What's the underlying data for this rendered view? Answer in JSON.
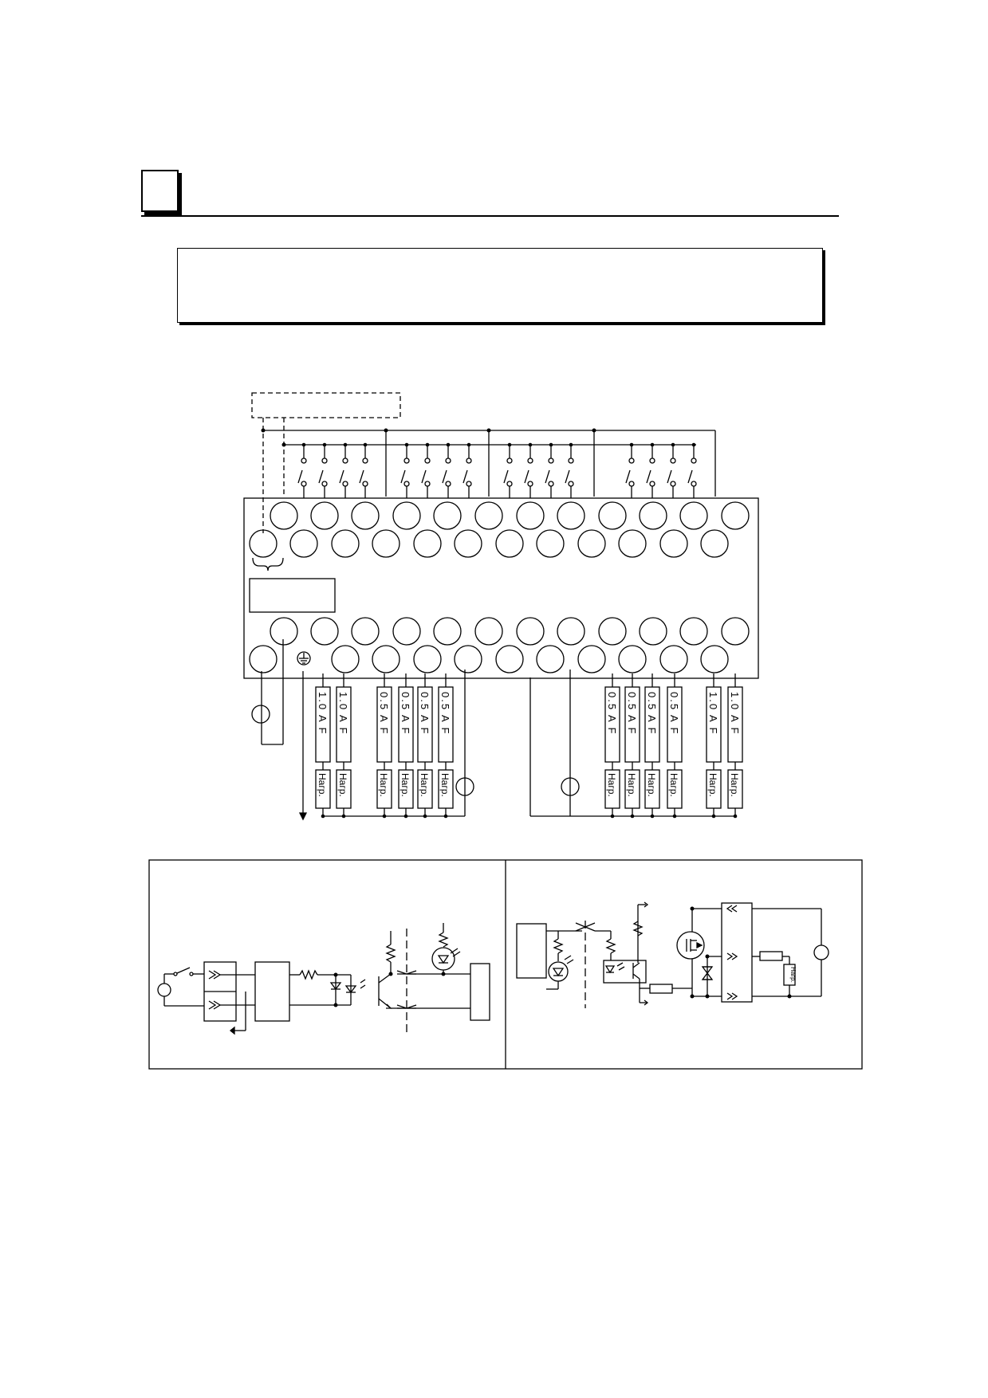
{
  "fuse_ratings": {
    "f1": "1.0 A F",
    "f2": "1.0 A F",
    "f3": "0.5 A F",
    "f4": "0.5 A F",
    "f5": "0.5 A F",
    "f6": "0.5 A F",
    "f7": "0.5 A F",
    "f8": "0.5 A F",
    "f9": "0.5 A F",
    "f10": "0.5 A F",
    "f11": "1.0 A F",
    "f12": "1.0 A F"
  },
  "load_label": "Нагр.",
  "load_label_small": "Нагр."
}
